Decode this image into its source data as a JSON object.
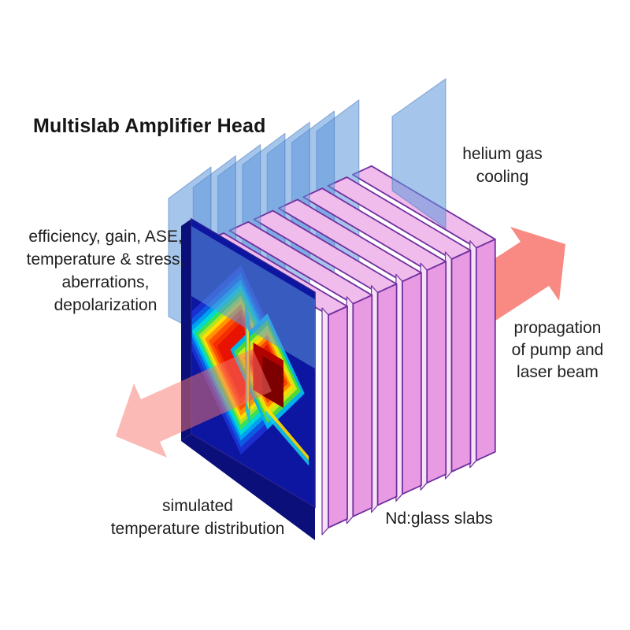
{
  "title": "Multislab Amplifier Head",
  "labels": {
    "helium_gas_cooling": [
      "helium gas",
      "cooling"
    ],
    "simulation_outputs": [
      "efficiency, gain, ASE,",
      "temperature & stress,",
      "aberrations,",
      "depolarization"
    ],
    "propagation": [
      "propagation",
      "of pump and",
      "laser beam"
    ],
    "temperature": [
      "simulated",
      "temperature distribution"
    ],
    "nd_glass_slabs": "Nd:glass slabs"
  },
  "diagram": {
    "slab_count": 7,
    "cooling_sheet_count": 8,
    "colors": {
      "slab_face": "#e89ae2",
      "slab_light": "#f8e0f7",
      "slab_top": "#f0bcec",
      "slab_outline": "#7030a0",
      "cooling_sheet": "rgba(92,150,218,0.55)",
      "cooling_sheet_edge": "rgba(56,110,180,0.45)",
      "arrow": "#f8766d",
      "heatmap_bg": "#0c16a0",
      "heatmap_side": "#0a0f7a",
      "heatmap_outline": "#2a2090",
      "heatmap_rings_outer": [
        "#1b2fd0",
        "#0b5ce0",
        "#00a0f0",
        "#00d8d8",
        "#38e058",
        "#aee428",
        "#ffdf00",
        "#ff9400",
        "#ff5000",
        "#f42c00",
        "#e81200"
      ],
      "heatmap_rings_core": [
        "#00b4e8",
        "#50d838",
        "#c8e818",
        "#ffd800",
        "#ff8800",
        "#f84400",
        "#e81800"
      ],
      "heatmap_core": "#b00300",
      "heatmap_core_dark": "#7c0000",
      "text": "#1f1f1f"
    }
  }
}
